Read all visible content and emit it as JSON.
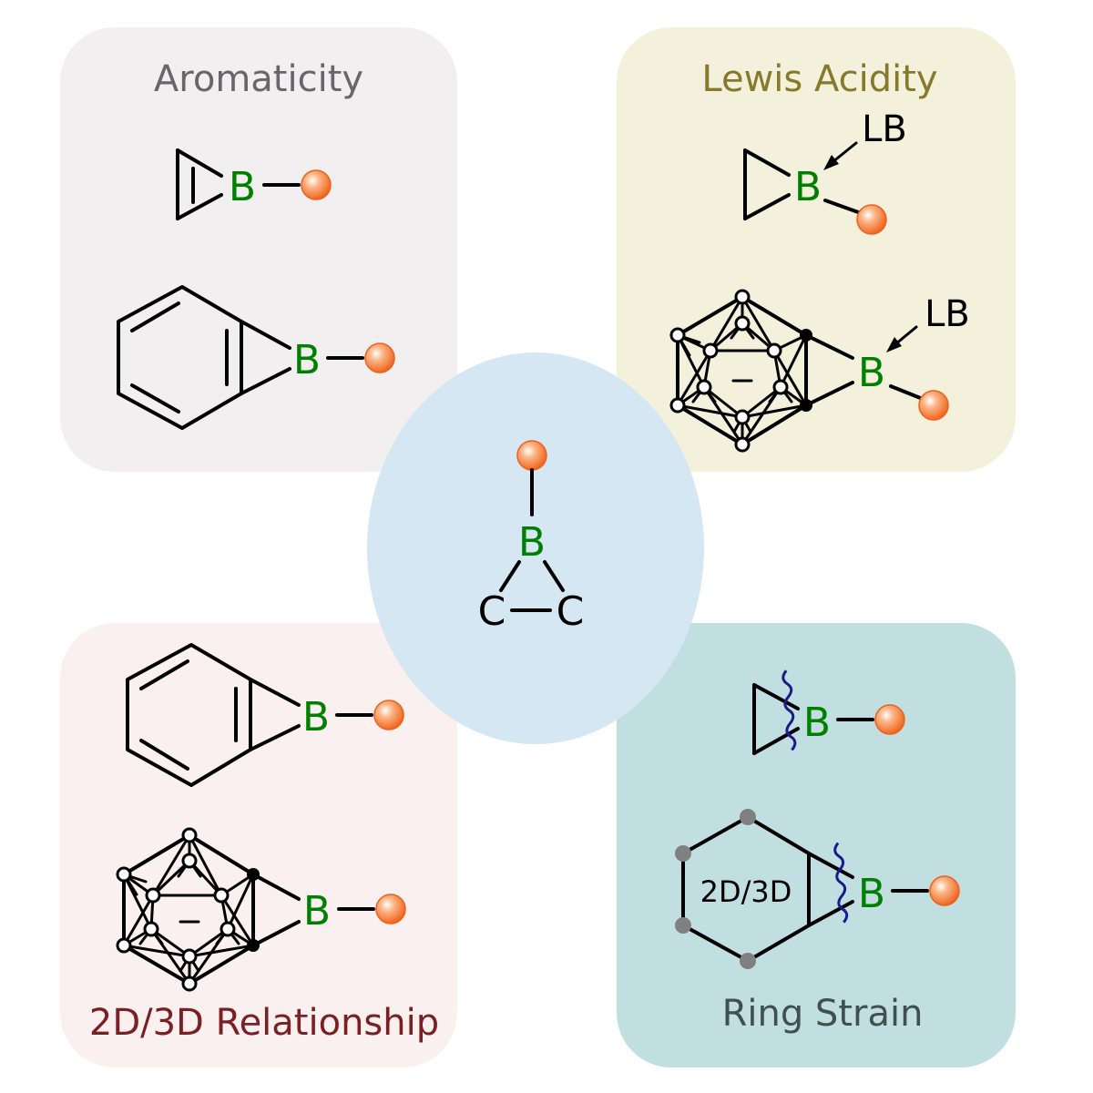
{
  "panels": {
    "aromaticity": {
      "title": "Aromaticity",
      "title_color": "#6b6468",
      "bg": "#f1eff0"
    },
    "lewis_acidity": {
      "title": "Lewis Acidity",
      "title_color": "#857a2c",
      "bg": "#f3f0dc"
    },
    "relationship": {
      "title": "2D/3D Relationship",
      "title_color": "#7a1f24",
      "bg": "#fbf0f0"
    },
    "ring_strain": {
      "title": "Ring Strain",
      "title_color": "#3f4f52",
      "bg": "#c1dfe0"
    }
  },
  "center": {
    "bg": "#d4e7f2",
    "boron": "B",
    "carbon_left": "C",
    "carbon_right": "C"
  },
  "labels": {
    "boron": "B",
    "lewis_base": "LB",
    "dimension": "2D/3D",
    "cage_charge": "−"
  },
  "colors": {
    "boron": "#008000",
    "substituent": "#f47a3a",
    "wavy": "#1a1a8c"
  }
}
